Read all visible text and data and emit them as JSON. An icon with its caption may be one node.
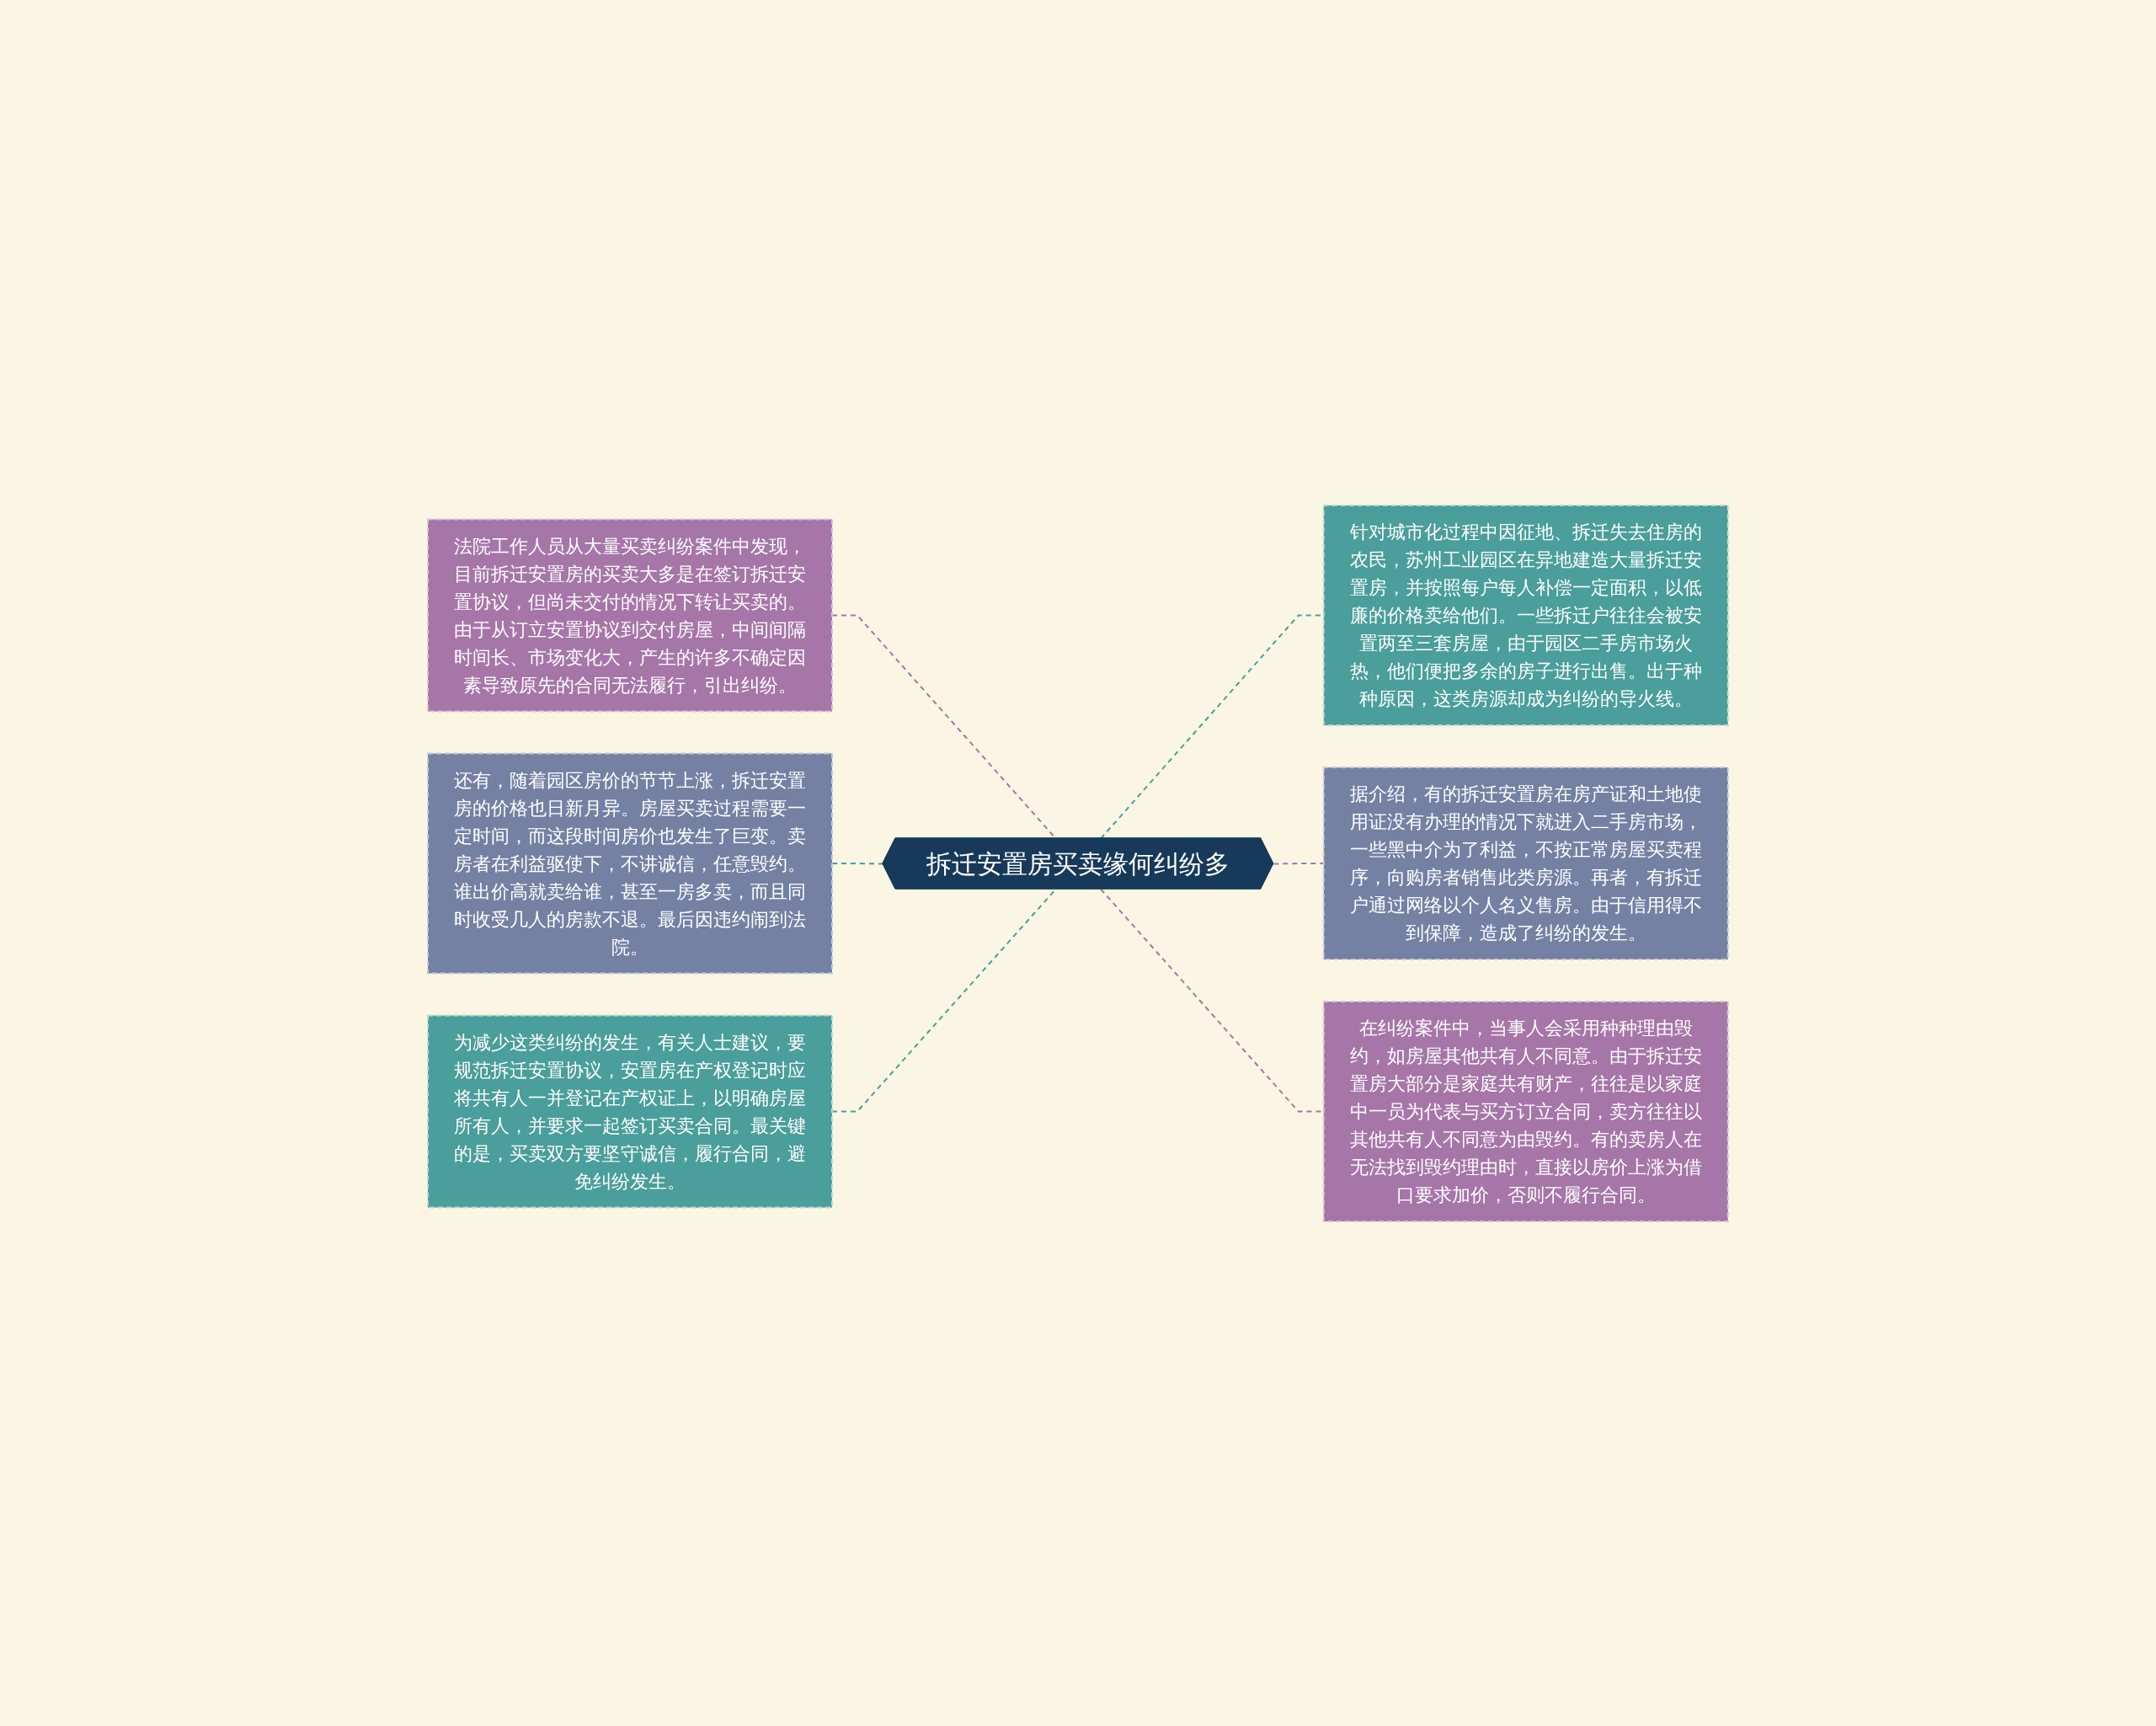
{
  "diagram": {
    "nodes": [
      {
        "text": [
          "拆迁安置房买卖缘何纠纷多"
        ]
      },
      {
        "text": [
          "法院工作人员从大量买卖纠纷案件中发现，目前拆迁安置房的买卖大多是在签订拆迁安置协议，但尚未交付的情况下转让买卖的。由于从订立安置协议到交付房屋，中间间隔时间长、市场变化大，产生的许多不确定因素导致原先的合同无法履行，引出纠纷。"
        ]
      },
      {
        "text": [
          "还有，随着园区房价的节节上涨，拆迁安置房的价格也日新月异。房屋买卖过程需要一定时间，而这段时间房价也发生了巨变。卖房者在利益驱使下，不讲诚信，任意毁约。谁出价高就卖给谁，甚至一房多卖，而且同时收受几人的房款不退。最后因违约闹到法院。"
        ]
      },
      {
        "text": [
          "为减少这类纠纷的发生，有关人士建议，要规范拆迁安置协议，安置房在产权登记时应将共有人一并登记在产权证上，以明确房屋所有人，并要求一起签订买卖合同。最关键的是，买卖双方要坚守诚信，履行合同，避免纠纷发生。"
        ]
      },
      {
        "text": [
          "针对城市化过程中因征地、拆迁失去住房的农民，苏州工业园区在异地建造大量拆迁安置房，并按照每户每人补偿一定面积，以低廉的价格卖给他们。一些拆迁户往往会被安置两至三套房屋，由于园区二手房市场火热，他们便把多余的房子进行出售。出于种种原因，这类房源却成为纠纷的导火线。"
        ]
      },
      {
        "text": [
          "据介绍，有的拆迁安置房在房产证和土地使用证没有办理的情况下就进入二手房市场，一些黑中介为了利益，不按正常房屋买卖程序，向购房者销售此类房源。再者，有拆迁户通过网络以个人名义售房。由于信用得不到保障，造成了纠纷的发生。"
        ]
      },
      {
        "text": [
          "在纠纷案件中，当事人会采用种种理由毁约，如房屋其他共有人不同意。由于拆迁安置房大部分是家庭共有财产，往往是以家庭中一员为代表与买方订立合同，卖方往往以其他共有人不同意为由毁约。有的卖房人在无法找到毁约理由时，直接以房价上涨为借口要求加价，否则不履行合同。"
        ]
      }
    ],
    "edges": [
      {
        "from": 0,
        "to": 1,
        "arrow": "none",
        "style": "dashed",
        "color": "#a676a8"
      },
      {
        "from": 0,
        "to": 2,
        "arrow": "none",
        "style": "dashed",
        "color": "#4a9e9b"
      },
      {
        "from": 0,
        "to": 3,
        "arrow": "none",
        "style": "dashed",
        "color": "#4a9e9b"
      },
      {
        "from": 0,
        "to": 4,
        "arrow": "none",
        "style": "dashed",
        "color": "#4a9e9b"
      },
      {
        "from": 0,
        "to": 5,
        "arrow": "none",
        "style": "dashed",
        "color": "#a676a8"
      },
      {
        "from": 0,
        "to": 6,
        "arrow": "none",
        "style": "dashed",
        "color": "#a676a8"
      }
    ]
  }
}
